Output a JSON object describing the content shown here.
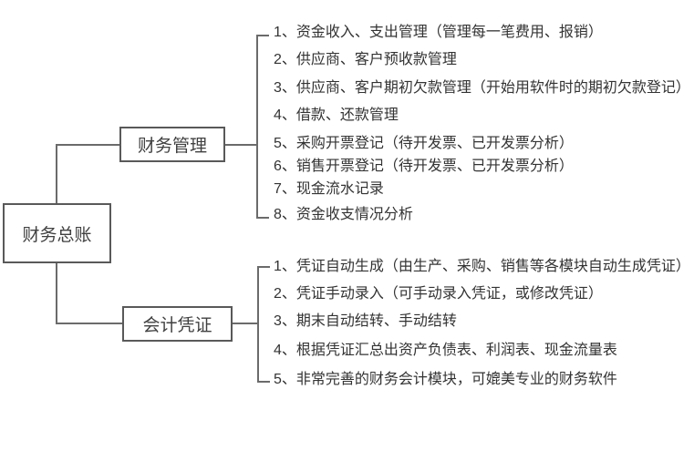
{
  "diagram": {
    "root": {
      "label": "财务总账"
    },
    "branches": [
      {
        "label": "财务管理",
        "items": [
          "1、资金收入、支出管理（管理每一笔费用、报销）",
          "2、供应商、客户预收款管理",
          "3、供应商、客户期初欠款管理（开始用软件时的期初欠款登记）",
          "4、借款、还款管理",
          "5、采购开票登记（待开发票、已开发票分析）",
          "6、销售开票登记（待开发票、已开发票分析）",
          "7、现金流水记录",
          "8、资金收支情况分析"
        ]
      },
      {
        "label": "会计凭证",
        "items": [
          "1、凭证自动生成（由生产、采购、销售等各模块自动生成凭证）",
          "2、凭证手动录入（可手动录入凭证，或修改凭证）",
          "3、期末自动结转、手动结转",
          "4、根据凭证汇总出资产负债表、利润表、现金流量表",
          "5、非常完善的财务会计模块，可媲美专业的财务软件"
        ]
      }
    ],
    "colors": {
      "background": "#ffffff",
      "box_border": "#595959",
      "connector_line": "#6b6b6b",
      "box_text": "#404040",
      "item_text": "#333333"
    }
  }
}
